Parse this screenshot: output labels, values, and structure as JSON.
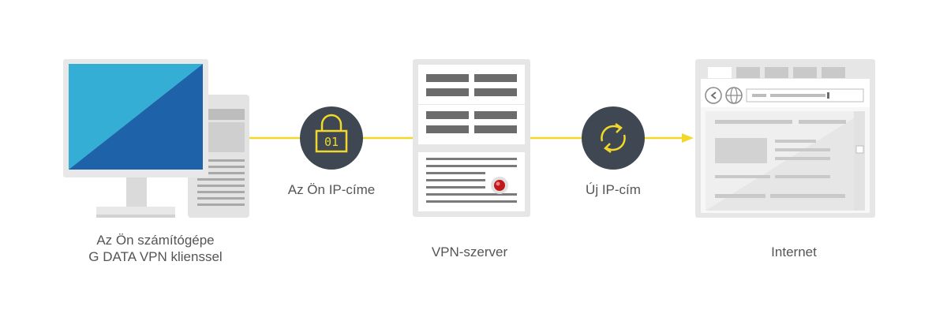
{
  "nodes": {
    "computer": {
      "label_line1": "Az Ön számítógépe",
      "label_line2": "G DATA VPN klienssel"
    },
    "server": {
      "label": "VPN-szerver"
    },
    "internet": {
      "label": "Internet"
    }
  },
  "connections": {
    "first": {
      "label": "Az Ön IP-címe",
      "icon": "padlock-icon",
      "icon_text": "01"
    },
    "second": {
      "label": "Új IP-cím",
      "icon": "refresh-icon"
    }
  },
  "colors": {
    "line": "#F2D82A",
    "accent": "#F2D82A",
    "badge": "#3F4852",
    "monitor_top": "#35AED6",
    "monitor_bottom": "#1E63A9",
    "gray_dark": "#6B6B6B",
    "gray_mid": "#BDBDBD",
    "gray_light": "#E6E6E6",
    "server_led": "#C0191B"
  }
}
